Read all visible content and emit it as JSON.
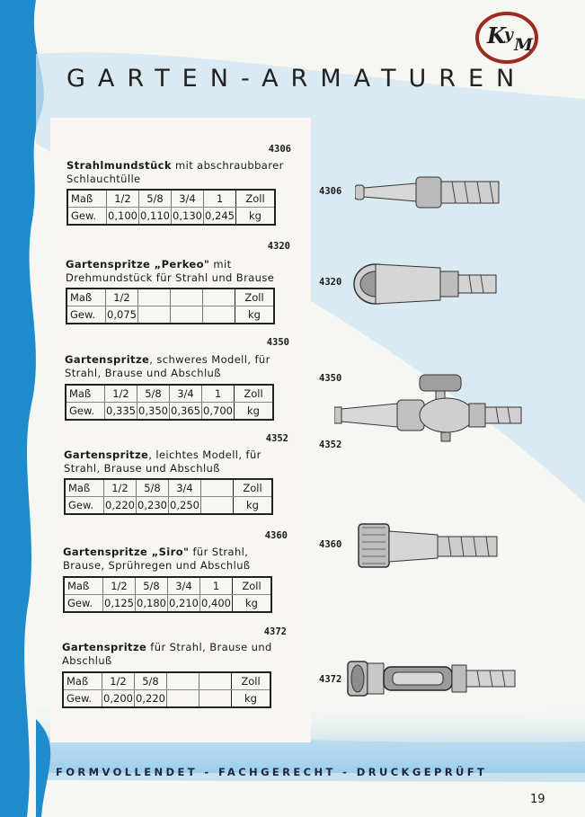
{
  "title": "GARTEN-ARMATUREN",
  "logo_text": "KyM",
  "footer": "FORMVOLLENDET - FACHGERECHT - DRUCKGEPRÜFT",
  "page_number": "19",
  "units": {
    "size_label": "Maß",
    "weight_label": "Gew.",
    "size_unit": "Zoll",
    "weight_unit": "kg"
  },
  "products": [
    {
      "code": "4306",
      "name": "Strahlmundstück",
      "rest": " mit abschraubbarer Schlauchtülle",
      "sizes": [
        "1/2",
        "5/8",
        "3/4",
        "1"
      ],
      "weights": [
        "0,100",
        "0,110",
        "0,130",
        "0,245"
      ]
    },
    {
      "code": "4320",
      "name": "Gartenspritze „Perkeo\"",
      "rest": " mit Drehmundstück für Strahl und Brause",
      "sizes": [
        "1/2",
        "",
        "",
        ""
      ],
      "weights": [
        "0,075",
        "",
        "",
        ""
      ]
    },
    {
      "code": "4350",
      "name": "Gartenspritze",
      "rest": ", schweres Modell, für Strahl, Brause und Abschluß",
      "sizes": [
        "1/2",
        "5/8",
        "3/4",
        "1"
      ],
      "weights": [
        "0,335",
        "0,350",
        "0,365",
        "0,700"
      ]
    },
    {
      "code": "4352",
      "name": "Gartenspritze",
      "rest": ", leichtes Modell, für Strahl, Brause und Abschluß",
      "sizes": [
        "1/2",
        "5/8",
        "3/4",
        ""
      ],
      "weights": [
        "0,220",
        "0,230",
        "0,250",
        ""
      ]
    },
    {
      "code": "4360",
      "name": "Gartenspritze „Siro\"",
      "rest": " für Strahl, Brause, Sprühregen und Abschluß",
      "sizes": [
        "1/2",
        "5/8",
        "3/4",
        "1"
      ],
      "weights": [
        "0,125",
        "0,180",
        "0,210",
        "0,400"
      ]
    },
    {
      "code": "4372",
      "name": "Gartenspritze",
      "rest": " für Strahl, Brause und Abschluß",
      "sizes": [
        "1/2",
        "5/8",
        "",
        ""
      ],
      "weights": [
        "0,200",
        "0,220",
        "",
        ""
      ]
    }
  ],
  "illustration_labels": [
    "4306",
    "4320",
    "4350",
    "4352",
    "4360",
    "4372"
  ]
}
